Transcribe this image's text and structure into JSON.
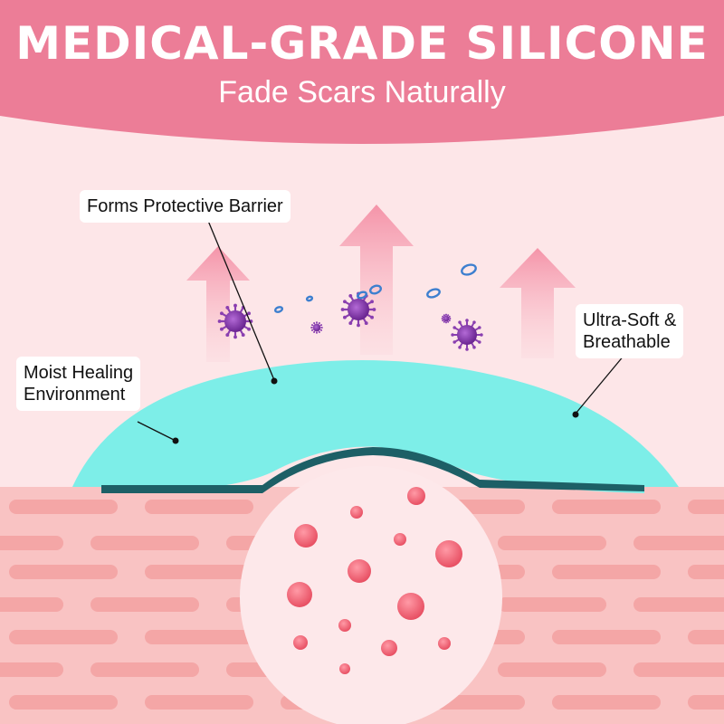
{
  "header": {
    "title": "MEDICAL-GRADE SILICONE",
    "subtitle": "Fade Scars Naturally"
  },
  "callouts": {
    "barrier": "Forms Protective Barrier",
    "moist": "Moist Healing\nEnvironment",
    "soft": "Ultra-Soft &\nBreathable"
  },
  "colors": {
    "banner": "#ec7d97",
    "background": "#fde6e8",
    "silicone_sheet": "#7deee8",
    "sheet_edge": "#1d5f66",
    "arrow": "#f6a3b2",
    "virus": "#8a3fb0",
    "droplet": "#3d7fcf",
    "skin": "#f9c3c3",
    "skin_cell": "#f4a6a6",
    "magnified_circle": "#fde8ea",
    "cell_dot": "#ec5568"
  },
  "icons": [
    "up-arrow-icon",
    "virus-icon",
    "water-droplet-icon",
    "skin-cell-icon"
  ]
}
